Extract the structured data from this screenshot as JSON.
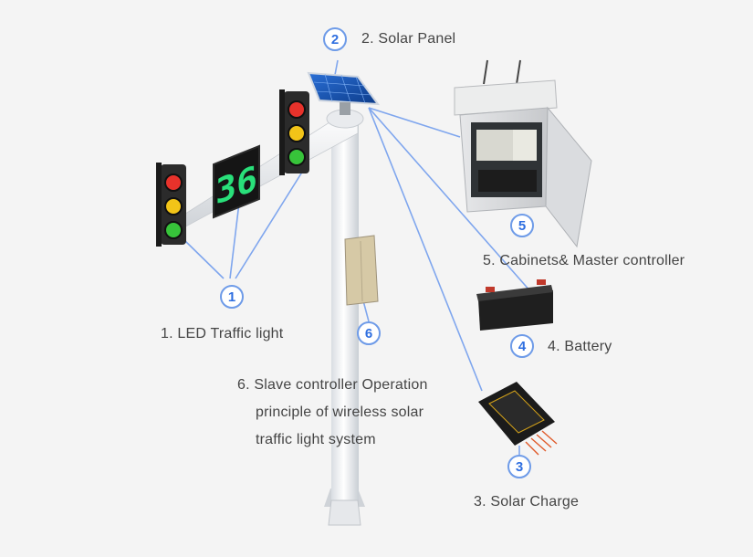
{
  "badges": {
    "b1": "1",
    "b2": "2",
    "b3": "3",
    "b4": "4",
    "b5": "5",
    "b6": "6"
  },
  "labels": {
    "led_traffic_light": "1. LED Traffic light",
    "solar_panel": "2. Solar Panel",
    "solar_charge": "3. Solar Charge",
    "battery": "4. Battery",
    "cabinets": "5. Cabinets& Master controller",
    "slave_line1": "6. Slave controller Operation",
    "slave_line2": "principle of wireless solar",
    "slave_line3": "traffic light system"
  },
  "countdown_display": "36",
  "colors": {
    "accent": "#2f6fe0",
    "connector": "#7fa6ee",
    "red_light": "#e8322b",
    "yellow_light": "#f2c418",
    "green_light": "#37c43a",
    "countdown_digits": "#29e07a"
  }
}
